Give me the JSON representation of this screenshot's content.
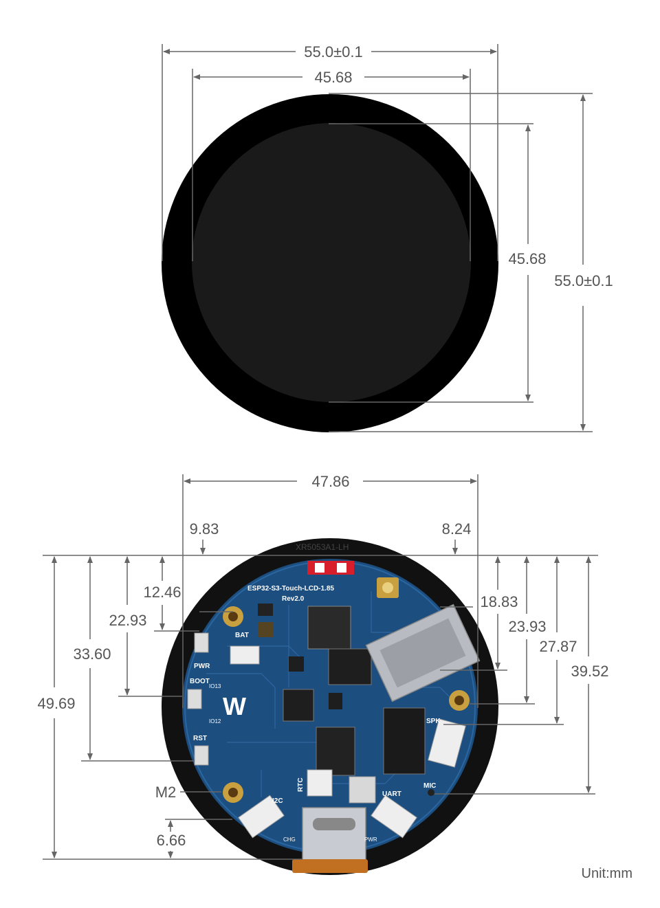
{
  "top_view": {
    "outer_width": "55.0±0.1",
    "inner_width": "45.68",
    "inner_height": "45.68",
    "outer_height": "55.0±0.1"
  },
  "bottom_view": {
    "width": "47.86",
    "left_offset": "9.83",
    "right_offset": "8.24",
    "left_dims": [
      "12.46",
      "22.93",
      "33.60",
      "49.69"
    ],
    "right_dims": [
      "18.83",
      "23.93",
      "27.87",
      "39.52"
    ],
    "hole_label": "M2",
    "bottom_dim": "6.66",
    "pcb_labels": {
      "product": "ESP32-S3-Touch-LCD-1.85",
      "rev": "Rev2.0",
      "bat": "BAT",
      "pwr": "PWR",
      "boot": "BOOT",
      "io13": "IO13",
      "io12": "IO12",
      "rst": "RST",
      "i2c": "I2C",
      "rtc": "RTC",
      "uart": "UART",
      "spk": "SPK",
      "mic": "MIC",
      "chg": "CHG",
      "pwr2": "PWR",
      "rim": "XR5053A1-LH"
    }
  },
  "unit_label": "Unit:mm"
}
